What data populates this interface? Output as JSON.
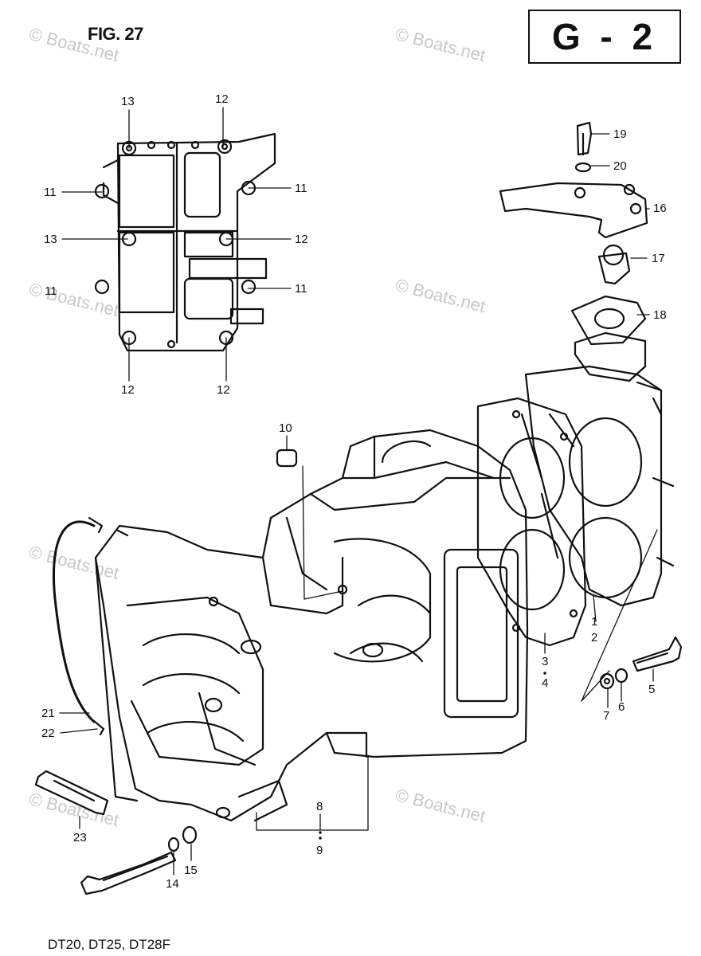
{
  "header": {
    "figure": "FIG. 27",
    "section": "G - 2"
  },
  "footer": {
    "models": "DT20, DT25, DT28F"
  },
  "watermark": "© Boats.net",
  "callouts": {
    "c13a": "13",
    "c12a": "12",
    "c11a": "11",
    "c11b": "11",
    "c13b": "13",
    "c12b": "12",
    "c11c": "11",
    "c11d": "11",
    "c12c": "12",
    "c12d": "12",
    "c19": "19",
    "c20": "20",
    "c16": "16",
    "c17": "17",
    "c18": "18",
    "c10": "10",
    "c1": "1",
    "c2": "2",
    "c3": "3",
    "c4": "4",
    "c5": "5",
    "c6": "6",
    "c7": "7",
    "c21": "21",
    "c22": "22",
    "c23": "23",
    "c8": "8",
    "c9": "9",
    "c14": "14",
    "c15": "15"
  }
}
